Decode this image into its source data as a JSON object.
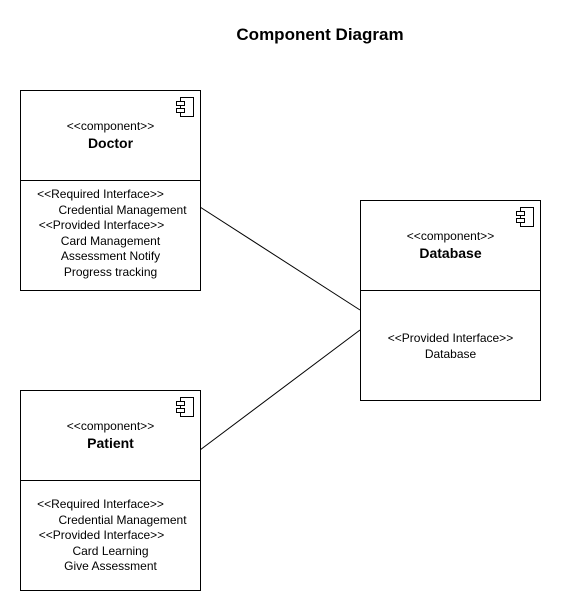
{
  "title": "Component Diagram",
  "components": {
    "doctor": {
      "stereotype": "<<component>>",
      "name": "Doctor",
      "lines": [
        "<<Required Interface>>",
        "Credential Management",
        "<<Provided Interface>>",
        "Card Management",
        "Assessment Notify",
        "Progress tracking"
      ]
    },
    "database": {
      "stereotype": "<<component>>",
      "name": "Database",
      "lines": [
        "<<Provided Interface>>",
        "Database"
      ]
    },
    "patient": {
      "stereotype": "<<component>>",
      "name": "Patient",
      "lines": [
        "<<Required Interface>>",
        "Credential Management",
        "<<Provided Interface>>",
        "Card Learning",
        "Give Assessment"
      ]
    }
  },
  "connections": [
    {
      "from": "Doctor",
      "to": "Database"
    },
    {
      "from": "Patient",
      "to": "Database"
    }
  ]
}
